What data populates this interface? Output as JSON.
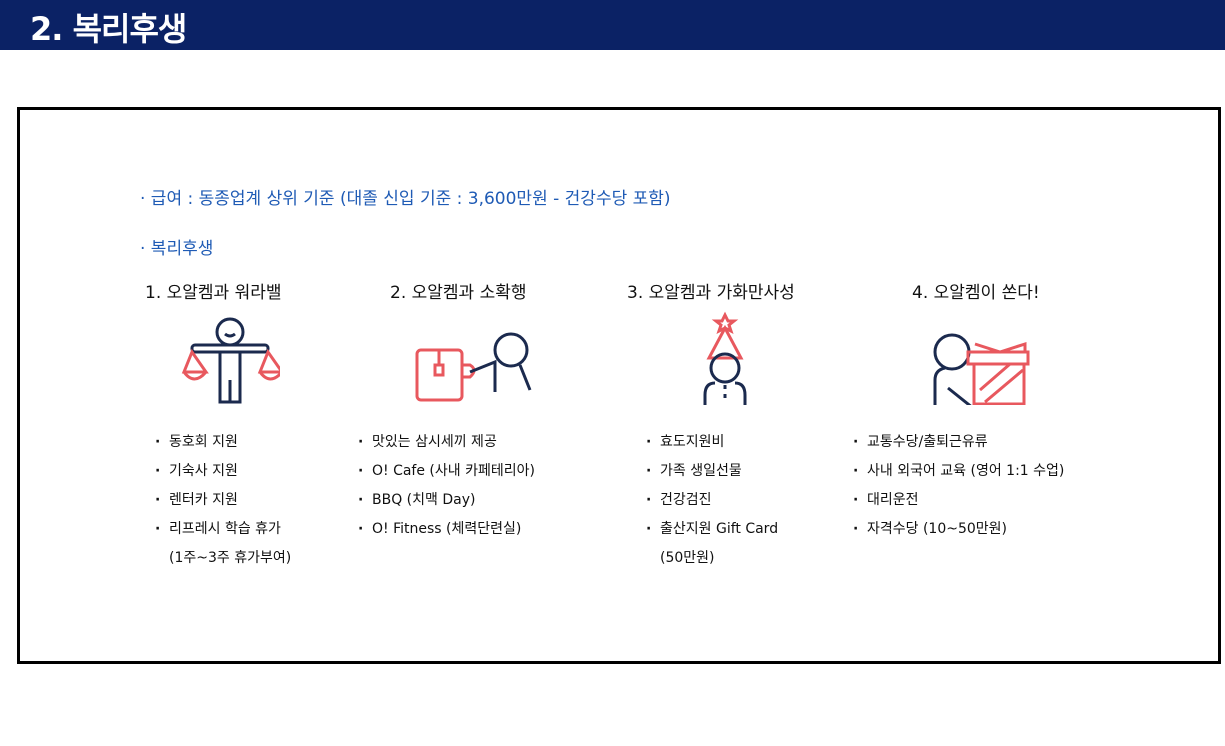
{
  "header": {
    "title": "2. 복리후생"
  },
  "salary": "· 급여 : 동종업계 상위 기준 (대졸 신입 기준 : 3,600만원 - 건강수당 포함)",
  "welfare_label": "· 복리후생",
  "columns": [
    {
      "title": "1. 오알켐과 워라밸",
      "icon": "scale-person-icon",
      "items": [
        "동호회 지원",
        "기숙사 지원",
        "렌터카 지원",
        "리프레시 학습 휴가"
      ],
      "continuation": "(1주~3주 휴가부여)"
    },
    {
      "title": "2. 오알켐과 소확행",
      "icon": "coffee-person-icon",
      "items": [
        "맛있는 삼시세끼 제공",
        "O! Cafe (사내 카페테리아)",
        "BBQ (치맥 Day)",
        "O! Fitness (체력단련실)"
      ]
    },
    {
      "title": "3. 오알켐과 가화만사성",
      "icon": "party-hat-person-icon",
      "items": [
        "효도지원비",
        "가족 생일선물",
        "건강검진",
        "출산지원 Gift Card"
      ],
      "continuation": "(50만원)"
    },
    {
      "title": "4. 오알켐이 쏜다!",
      "icon": "gift-person-icon",
      "items": [
        "교통수당/출퇴근유류",
        "사내 외국어 교육 (영어 1:1 수업)",
        "대리운전",
        "자격수당 (10~50만원)"
      ]
    }
  ],
  "colors": {
    "header": "#0b2265",
    "accent": "#1f5bb5",
    "icon_navy": "#1b2a4e",
    "icon_red": "#e8585e"
  }
}
